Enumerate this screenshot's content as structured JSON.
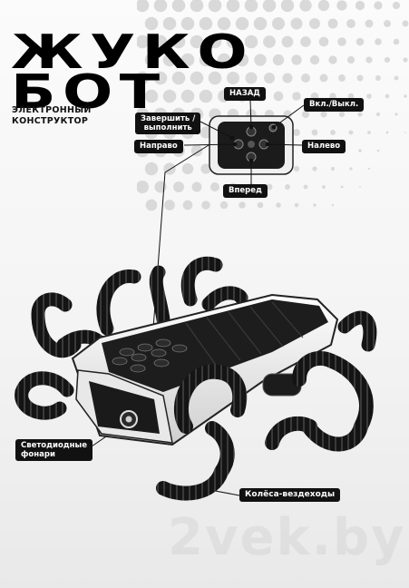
{
  "title": {
    "line1": "ЖУКО",
    "line2": "БОТ"
  },
  "subtitle": {
    "line1": "ЭЛЕКТРОННЫЙ",
    "line2": "КОНСТРУКТОР"
  },
  "callouts": {
    "back": "НАЗАД",
    "power": "Вкл./Выкл.",
    "finish_line1": "Завершить /",
    "finish_line2": "выполнить",
    "right": "Направо",
    "left": "Налево",
    "forward": "Вперед",
    "leds_line1": "Светодиодные",
    "leds_line2": "фонари",
    "wheels": "Колёса-вездеходы"
  },
  "colors": {
    "ink": "#111111",
    "body_white": "#f2f2f2",
    "track": "#141414",
    "panel": "#2a2a2a"
  }
}
